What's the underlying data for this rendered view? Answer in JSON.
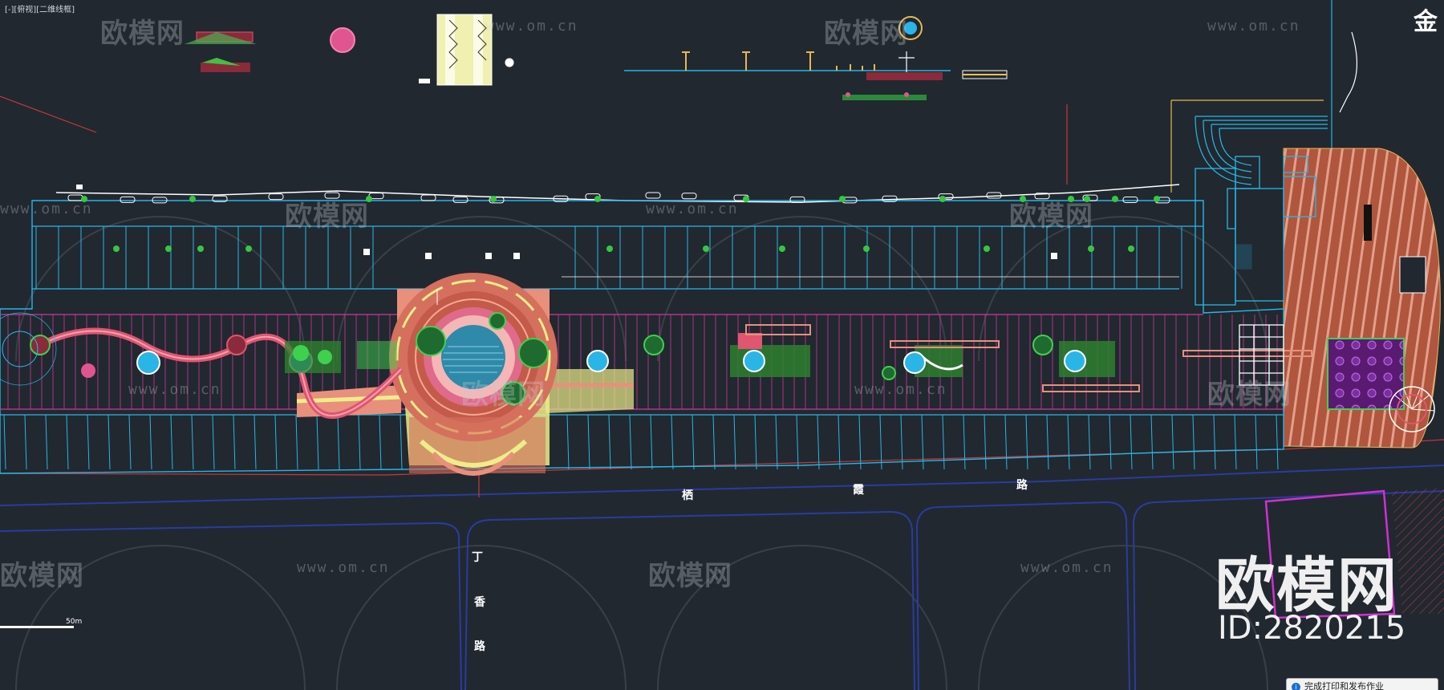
{
  "viewport": {
    "label": "[-][俯视][二维线框]"
  },
  "labels": {
    "corner_char": "金",
    "road_east_west": [
      "栖",
      "霞",
      "路"
    ],
    "road_north_south": [
      "丁",
      "香",
      "路"
    ],
    "scale": "50m"
  },
  "watermark": {
    "brand": "欧模网",
    "url": "www.om.cn",
    "big": "欧模网",
    "id": "ID:2820215"
  },
  "status_popup": {
    "text": "完成打印和发布作业"
  },
  "colors": {
    "background": "#212830",
    "cyan": "#29b6e6",
    "magenta": "#d0379a",
    "salmon": "#e8907c",
    "yellow": "#eded8a",
    "green": "#38c640",
    "red": "#c43a3a",
    "blue": "#2a3c9e"
  }
}
